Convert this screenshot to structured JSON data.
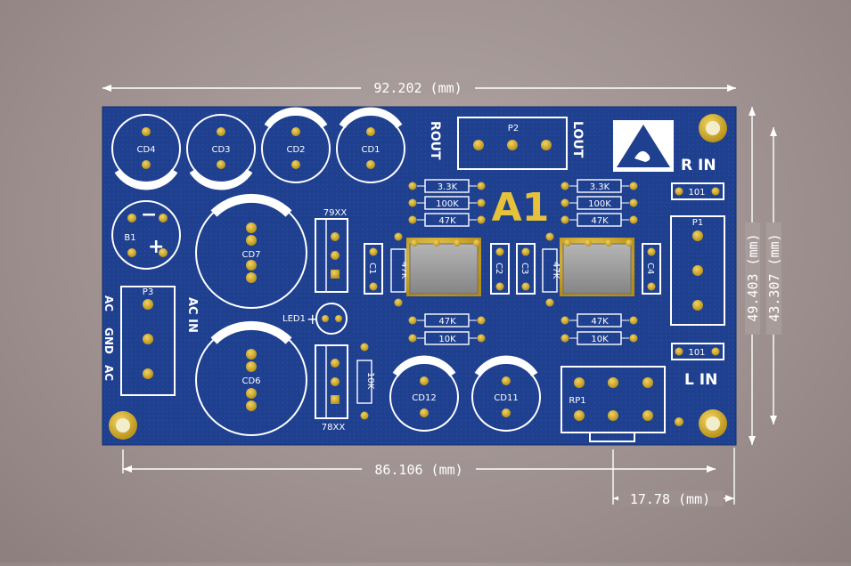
{
  "dimensions": {
    "top": "92.202 (mm)",
    "bottom": "86.106 (mm)",
    "bottom_right": "17.78 (mm)",
    "right_outer": "49.403 (mm)",
    "right_inner": "43.307 (mm)"
  },
  "board": {
    "title": "A1",
    "labels": {
      "rout": "ROUT",
      "lout": "LOUT",
      "rin": "R IN",
      "lin": "L IN",
      "ac_in": "AC IN",
      "ac1": "AC",
      "gnd": "GND",
      "ac2": "AC",
      "minus": "−",
      "plus": "+"
    },
    "caps": {
      "cd1": "CD1",
      "cd2": "CD2",
      "cd3": "CD3",
      "cd4": "CD4",
      "cd6": "CD6",
      "cd7": "CD7",
      "cd11": "CD11",
      "cd12": "CD12"
    },
    "small_caps": {
      "c1": "C1",
      "c2": "C2",
      "c3": "C3",
      "c4": "C4"
    },
    "resistors_left": [
      "3.3K",
      "100K",
      "47K"
    ],
    "resistors_right": [
      "3.3K",
      "100K",
      "47K"
    ],
    "resistors_left_bottom": [
      "47K",
      "10K"
    ],
    "resistors_right_bottom": [
      "47K",
      "10K"
    ],
    "resistor_vert_left": "47K",
    "resistor_vert_right": "47K",
    "resistor_10k_vert": "10K",
    "pot_labels": [
      "101",
      "101"
    ],
    "connectors": {
      "p1": "P1",
      "p2": "P2",
      "p3": "P3",
      "rp1": "RP1"
    },
    "bridge": "B1",
    "regulators": {
      "top": "79XX",
      "bottom": "78XX"
    },
    "led": "LED1"
  },
  "colors": {
    "board": "#1f3f8f",
    "pad": "#d8b42c",
    "silk": "#ffffff",
    "ic": "#9a9a9a",
    "background": "#a89a99"
  }
}
